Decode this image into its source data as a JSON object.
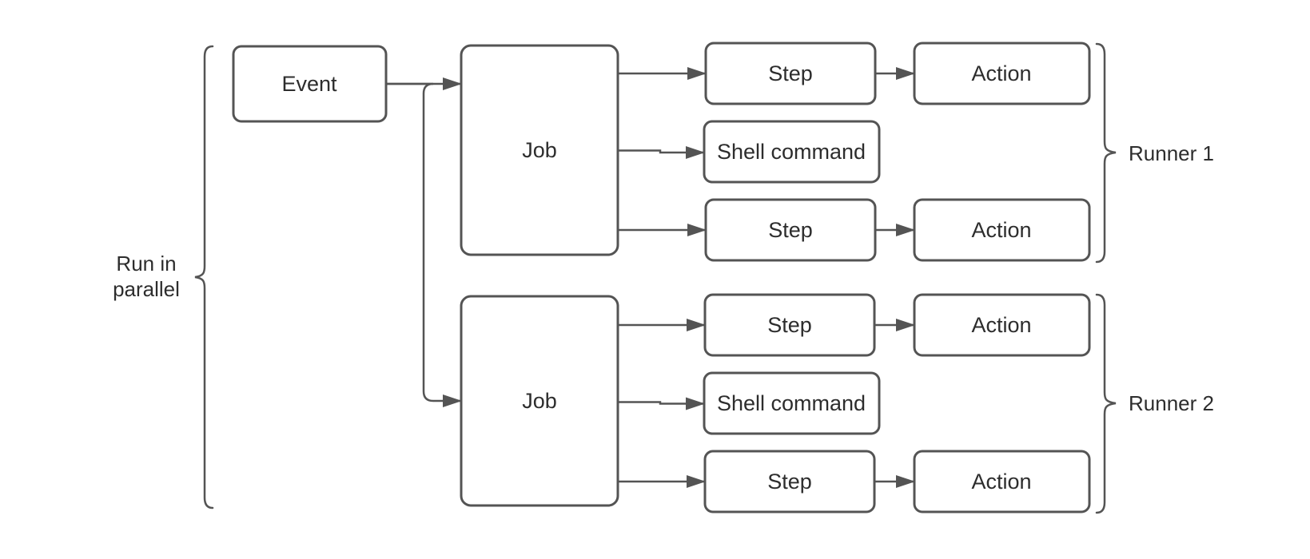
{
  "diagram": {
    "nodes": {
      "event": "Event",
      "job1": "Job",
      "job2": "Job",
      "step1": "Step",
      "shell1": "Shell command",
      "step2": "Step",
      "step3": "Step",
      "shell2": "Shell command",
      "step4": "Step",
      "action1": "Action",
      "action2": "Action",
      "action3": "Action",
      "action4": "Action"
    },
    "annotations": {
      "run_in_parallel_line1": "Run in",
      "run_in_parallel_line2": "parallel",
      "runner1": "Runner 1",
      "runner2": "Runner 2"
    },
    "colors": {
      "stroke": "#545454",
      "text": "#2d2d2d",
      "background": "#ffffff"
    }
  }
}
